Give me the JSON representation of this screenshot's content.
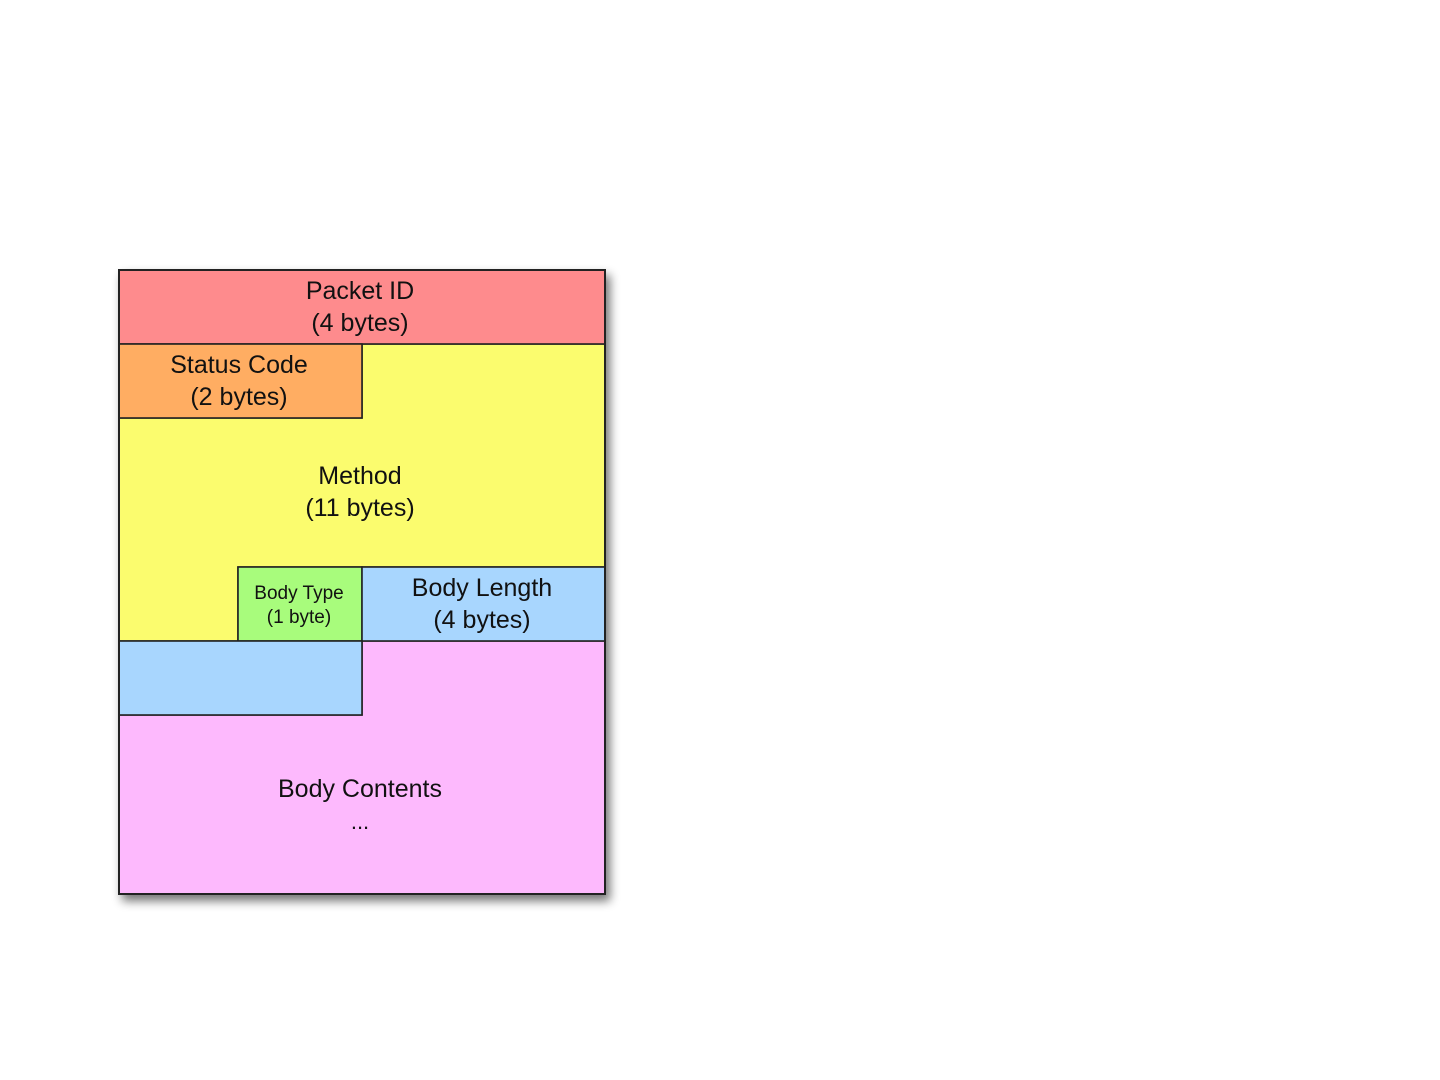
{
  "diagram": {
    "fields": [
      {
        "id": "packet_id",
        "name": "Packet ID",
        "size": "(4 bytes)",
        "color": "#fe8b8d"
      },
      {
        "id": "status_code",
        "name": "Status Code",
        "size": "(2 bytes)",
        "color": "#ffad62"
      },
      {
        "id": "method",
        "name": "Method",
        "size": "(11 bytes)",
        "color": "#fbfc6e"
      },
      {
        "id": "body_type",
        "name": "Body Type",
        "size": "(1 byte)",
        "color": "#a8fc7c"
      },
      {
        "id": "body_length",
        "name": "Body Length",
        "size": "(4 bytes)",
        "color": "#a8d6fe"
      },
      {
        "id": "body_contents",
        "name": "Body Contents",
        "size": "...",
        "color": "#fdb9fd"
      }
    ]
  }
}
